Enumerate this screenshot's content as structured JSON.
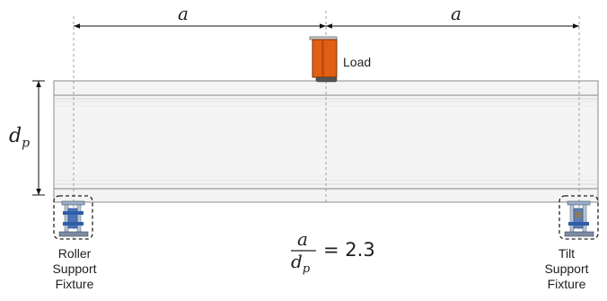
{
  "labels": {
    "shear_span": "a",
    "load": "Load",
    "depth_symbol": "d",
    "depth_subscript": "p"
  },
  "equation": {
    "numerator": "a",
    "denominator_symbol": "d",
    "denominator_subscript": "p",
    "operator": "=",
    "value": "2.3"
  },
  "fixtures": [
    {
      "line1": "Roller",
      "line2": "Support",
      "line3": "Fixture"
    },
    {
      "line1": "Tilt",
      "line2": "Support",
      "line3": "Fixture"
    }
  ],
  "colors": {
    "load_actuator": "#e05f14",
    "fixture_blue": "#2f5ea8",
    "beam_fill": "#f4f4f4",
    "beam_outline": "#8a8a8a"
  }
}
